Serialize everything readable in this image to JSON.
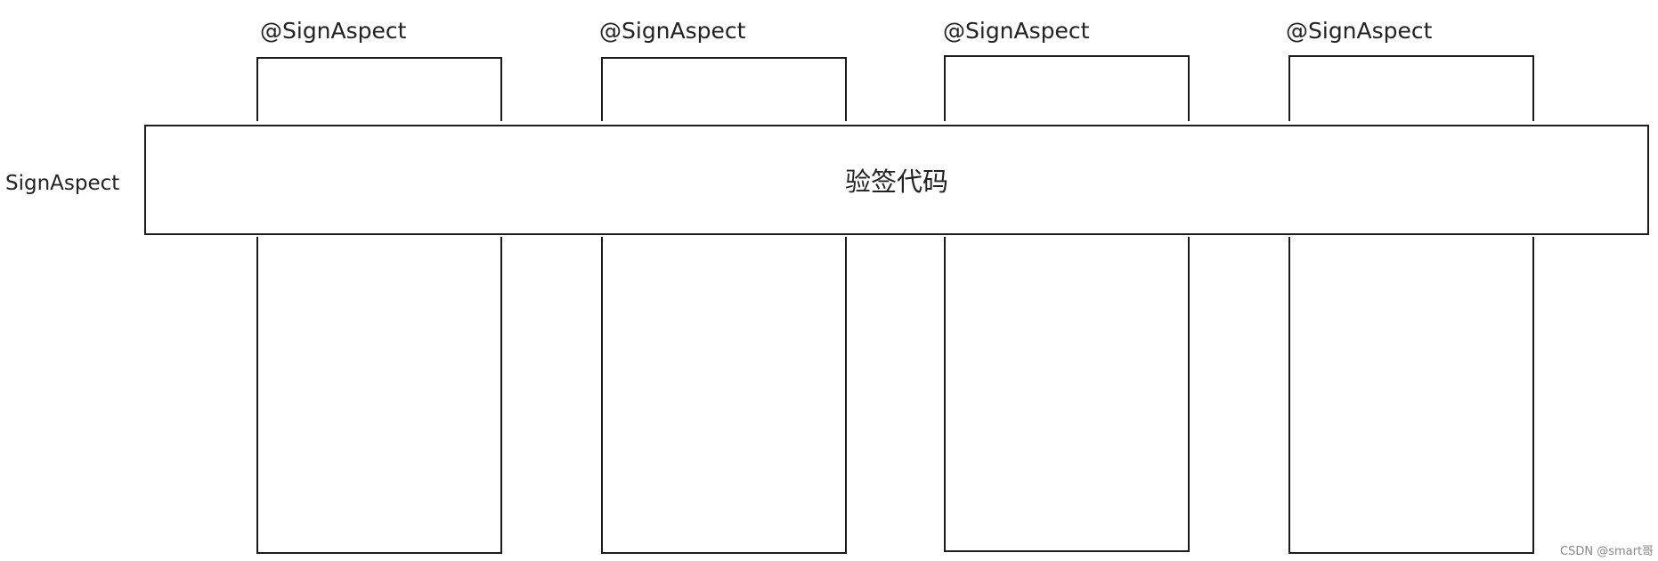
{
  "methods": [
    {
      "annotation": "@SignAspect"
    },
    {
      "annotation": "@SignAspect"
    },
    {
      "annotation": "@SignAspect"
    },
    {
      "annotation": "@SignAspect"
    }
  ],
  "aspect": {
    "label": "SignAspect",
    "content": "验签代码"
  },
  "watermark": "CSDN @smart哥",
  "colors": {
    "line": "#1a1a1a",
    "text": "#222222",
    "background": "#ffffff"
  }
}
